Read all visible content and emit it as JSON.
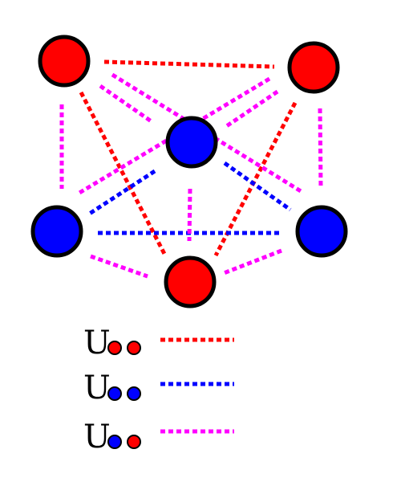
{
  "colors": {
    "red": "#ff0000",
    "blue": "#0000ff",
    "magenta": "#ff00ff",
    "outline": "#000000"
  },
  "nodes": [
    {
      "id": "top-left",
      "type": "red"
    },
    {
      "id": "top-right",
      "type": "red"
    },
    {
      "id": "center",
      "type": "blue"
    },
    {
      "id": "mid-left",
      "type": "blue"
    },
    {
      "id": "mid-right",
      "type": "blue"
    },
    {
      "id": "bottom",
      "type": "red"
    }
  ],
  "edges": [
    {
      "from": "top-left",
      "to": "top-right",
      "type": "red-red"
    },
    {
      "from": "top-left",
      "to": "bottom",
      "type": "red-red"
    },
    {
      "from": "top-right",
      "to": "bottom",
      "type": "red-red"
    },
    {
      "from": "center",
      "to": "mid-left",
      "type": "blue-blue"
    },
    {
      "from": "center",
      "to": "mid-right",
      "type": "blue-blue"
    },
    {
      "from": "mid-left",
      "to": "mid-right",
      "type": "blue-blue"
    },
    {
      "from": "top-left",
      "to": "mid-left",
      "type": "blue-red"
    },
    {
      "from": "top-left",
      "to": "center",
      "type": "blue-red"
    },
    {
      "from": "top-left",
      "to": "mid-right",
      "type": "blue-red"
    },
    {
      "from": "top-right",
      "to": "mid-right",
      "type": "blue-red"
    },
    {
      "from": "top-right",
      "to": "center",
      "type": "blue-red"
    },
    {
      "from": "top-right",
      "to": "mid-left",
      "type": "blue-red"
    },
    {
      "from": "center",
      "to": "bottom",
      "type": "blue-red"
    },
    {
      "from": "mid-left",
      "to": "bottom",
      "type": "blue-red"
    },
    {
      "from": "mid-right",
      "to": "bottom",
      "type": "blue-red"
    }
  ],
  "legend": [
    {
      "symbol": "U",
      "dots": [
        "red",
        "red"
      ],
      "edge_type": "red-red"
    },
    {
      "symbol": "U",
      "dots": [
        "blue",
        "blue"
      ],
      "edge_type": "blue-blue"
    },
    {
      "symbol": "U",
      "dots": [
        "blue",
        "red"
      ],
      "edge_type": "blue-red"
    }
  ]
}
